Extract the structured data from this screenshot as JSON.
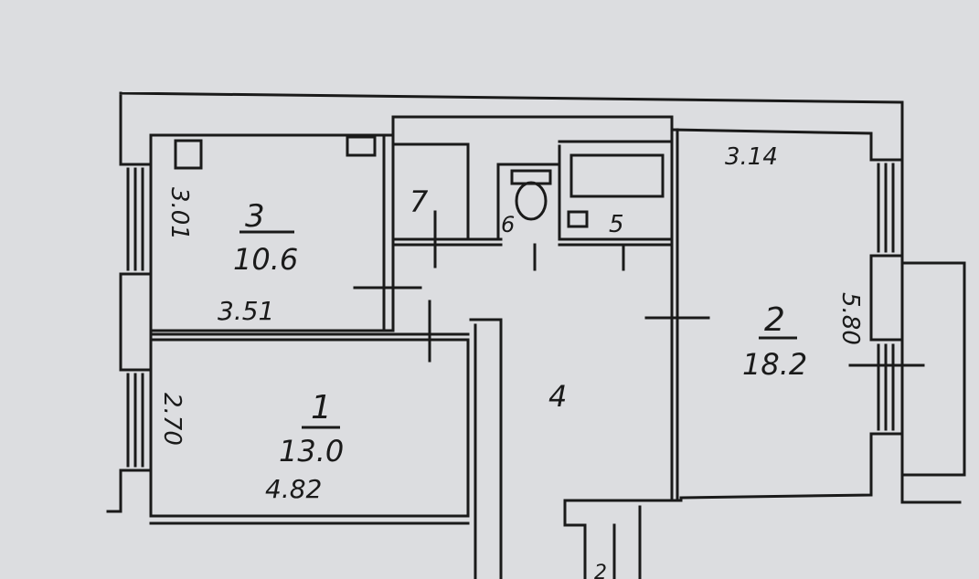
{
  "floor_plan": {
    "rooms": [
      {
        "id": "room-1",
        "number": "1",
        "area": "13.0",
        "width_dim": "4.82",
        "depth_dim": "2.70"
      },
      {
        "id": "room-2",
        "number": "2",
        "area": "18.2",
        "width_dim": "3.14",
        "depth_dim": "5.80"
      },
      {
        "id": "room-3",
        "number": "3",
        "area": "10.6",
        "width_dim": "3.51",
        "depth_dim": "3.01"
      },
      {
        "id": "room-4",
        "number": "4"
      },
      {
        "id": "room-5",
        "number": "5"
      },
      {
        "id": "room-6",
        "number": "6"
      },
      {
        "id": "room-7",
        "number": "7"
      }
    ],
    "stair_mark": "2"
  },
  "colors": {
    "paper": "#dcdde0",
    "ink": "#1a1a1a",
    "wall_fill": "#f2f2f2"
  }
}
